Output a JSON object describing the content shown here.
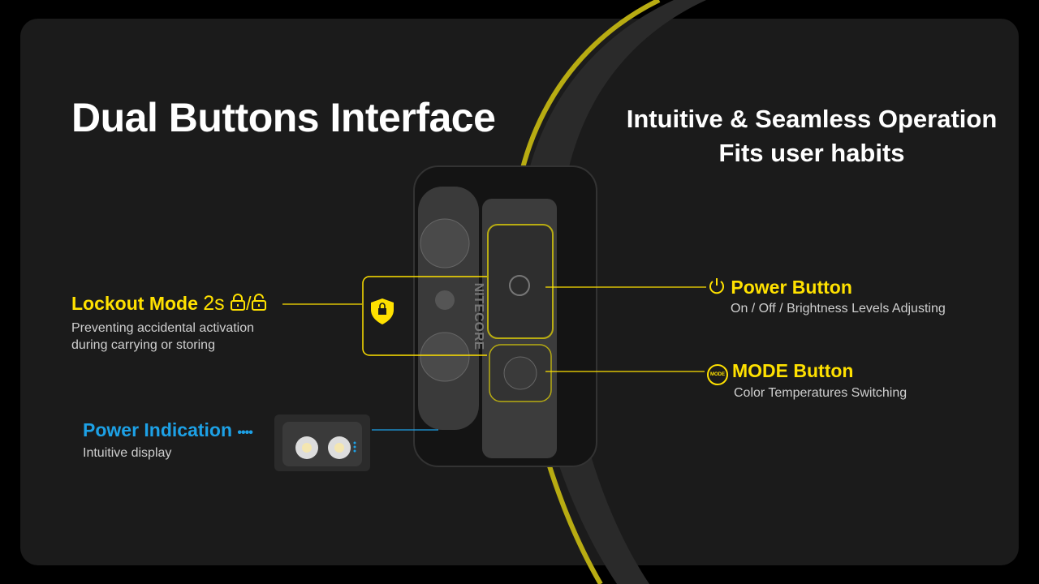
{
  "header": {
    "title": "Dual Buttons Interface",
    "subtitle_line1": "Intuitive & Seamless Operation",
    "subtitle_line2": "Fits user habits"
  },
  "lockout": {
    "label": "Lockout Mode",
    "duration": "2s",
    "icon_locked": "lock-icon",
    "icon_unlocked": "unlock-icon",
    "separator": "/",
    "desc_line1": "Preventing accidental activation",
    "desc_line2": "during carrying or storing"
  },
  "power_button": {
    "label": "Power Button",
    "icon": "power-icon",
    "desc": "On / Off / Brightness Levels Adjusting"
  },
  "mode_button": {
    "label": "MODE Button",
    "icon_text": "MODE",
    "desc": "Color Temperatures Switching"
  },
  "power_indication": {
    "label": "Power Indication",
    "dots": "••••",
    "desc": "Intuitive display"
  },
  "brand": "NITECORE",
  "colors": {
    "accent_yellow": "#ffe100",
    "accent_blue": "#1da1e6",
    "background": "#1b1b1b"
  }
}
